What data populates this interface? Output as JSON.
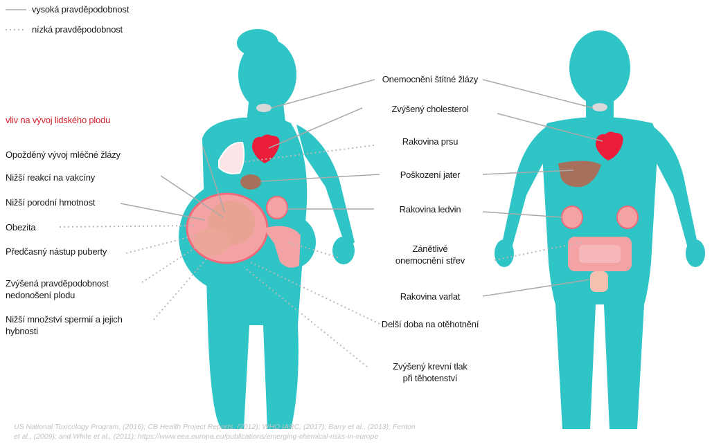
{
  "legend": {
    "high": "vysoká pravděpodobnost",
    "low": "nízká pravděpodobnost"
  },
  "section_title": "vliv na vývoj lidského plodu",
  "left_labels": [
    "Opožděný vývoj mléčné žlázy",
    "Nižší reakcí na vakcíny",
    "Nižší porodní hmotnost",
    "Obezita",
    "Předčasný nástup puberty",
    "Zvýšená pravděpodobnost",
    "nedonošení plodu",
    "Nižší množství spermií a jejich",
    "hybnosti"
  ],
  "center_labels": [
    "Onemocnění štítné žlázy",
    "Zvýšený cholesterol",
    "Rakovina prsu",
    "Poškození jater",
    "Rakovina ledvin",
    "Zánětlivé",
    "onemocnění střev",
    "Rakovina varlat",
    "Delší doba na otěhotnění",
    "Zvýšený krevní tlak",
    "při těhotenství"
  ],
  "source_lines": [
    "US National Toxicology Program, (2016); CB Health Project Reports, (2012); WHO IARC, (2017); Barry et al., (2013); Fenton",
    "et al., (2009); and White et al., (2011); https://www.eea.europa.eu/publications/emerging-chemical-risks-in-europe"
  ],
  "colors": {
    "body": "#2fc4c6",
    "organ_red": "#ea1d3b",
    "liver": "#a6705a",
    "pink": "#f4a3a5",
    "uterus_border": "#f06a79",
    "legend_line": "#a9a9a9",
    "title_red": "#d4202a"
  }
}
